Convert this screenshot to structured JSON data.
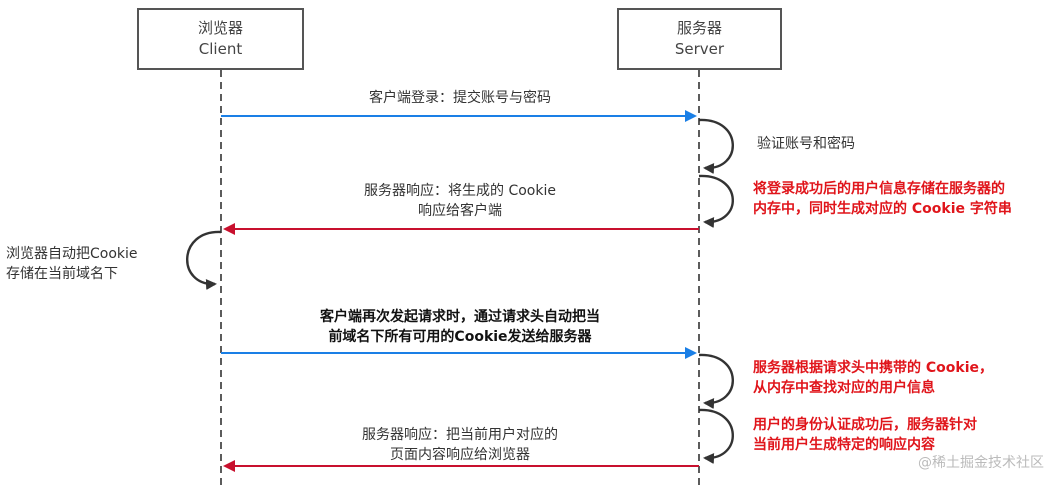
{
  "actors": {
    "browser": {
      "name": "浏览器",
      "subname": "Client"
    },
    "server": {
      "name": "服务器",
      "subname": "Server"
    }
  },
  "messages": [
    {
      "from": "browser",
      "to": "server",
      "color": "#1a7fe6",
      "lines": [
        "客户端登录：提交账号与密码"
      ]
    },
    {
      "from": "server",
      "to": "browser",
      "color": "#c8102e",
      "lines": [
        "服务器响应：将生成的 Cookie",
        "响应给客户端"
      ]
    },
    {
      "from": "browser",
      "to": "server",
      "color": "#1a7fe6",
      "lines": [
        "客户端再次发起请求时，通过请求头自动把当",
        "前域名下所有可用的Cookie发送给服务器"
      ]
    },
    {
      "from": "server",
      "to": "browser",
      "color": "#c8102e",
      "lines": [
        "服务器响应：把当前用户对应的",
        "页面内容响应给浏览器"
      ]
    }
  ],
  "self_actions": [
    {
      "actor": "server",
      "lines": [
        "验证账号和密码"
      ],
      "style": "normal"
    },
    {
      "actor": "server",
      "lines": [
        "将登录成功后的用户信息存储在服务器的",
        "内存中，同时生成对应的 Cookie 字符串"
      ],
      "style": "red"
    },
    {
      "actor": "browser",
      "lines": [
        "浏览器自动把Cookie",
        "存储在当前域名下"
      ],
      "style": "normal"
    },
    {
      "actor": "server",
      "lines": [
        "服务器根据请求头中携带的 Cookie，",
        "从内存中查找对应的用户信息"
      ],
      "style": "red"
    },
    {
      "actor": "server",
      "lines": [
        "用户的身份认证成功后，服务器针对",
        "当前用户生成特定的响应内容"
      ],
      "style": "red"
    }
  ],
  "watermark": "@稀土掘金技术社区"
}
